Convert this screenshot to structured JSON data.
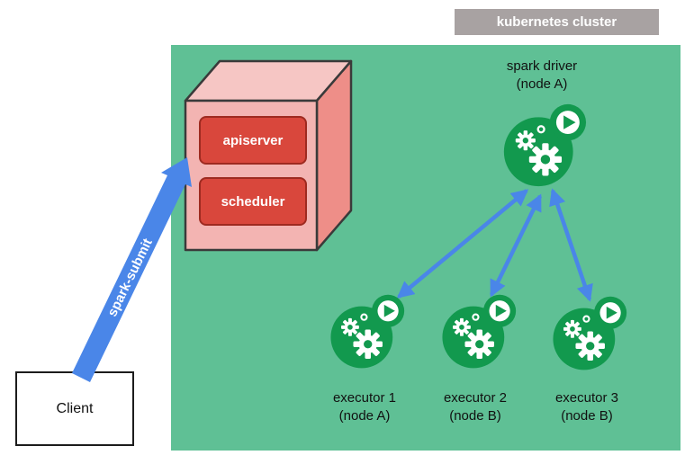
{
  "cluster": {
    "label": "kubernetes cluster"
  },
  "client": {
    "label": "Client"
  },
  "spark_submit": {
    "label": "spark-submit"
  },
  "control_plane": {
    "apiserver": "apiserver",
    "scheduler": "scheduler"
  },
  "driver": {
    "title": "spark driver",
    "node": "(node A)"
  },
  "executors": [
    {
      "title": "executor 1",
      "node": "(node A)"
    },
    {
      "title": "executor 2",
      "node": "(node B)"
    },
    {
      "title": "executor 3",
      "node": "(node B)"
    }
  ],
  "icons": {
    "driver": "spark-app-icon",
    "executors": [
      "spark-app-icon",
      "spark-app-icon",
      "spark-app-icon"
    ],
    "icon_parts": [
      "gear-icon",
      "play-icon"
    ]
  },
  "colors": {
    "cluster_bg": "#5fc095",
    "cluster_label_bg": "#a8a2a2",
    "cube_front": "#f3b4b2",
    "cube_top": "#f6c6c4",
    "cube_side": "#ee8e88",
    "box_red": "#d9473c",
    "arrow_blue": "#4a86e8",
    "icon_green": "#12994e"
  }
}
